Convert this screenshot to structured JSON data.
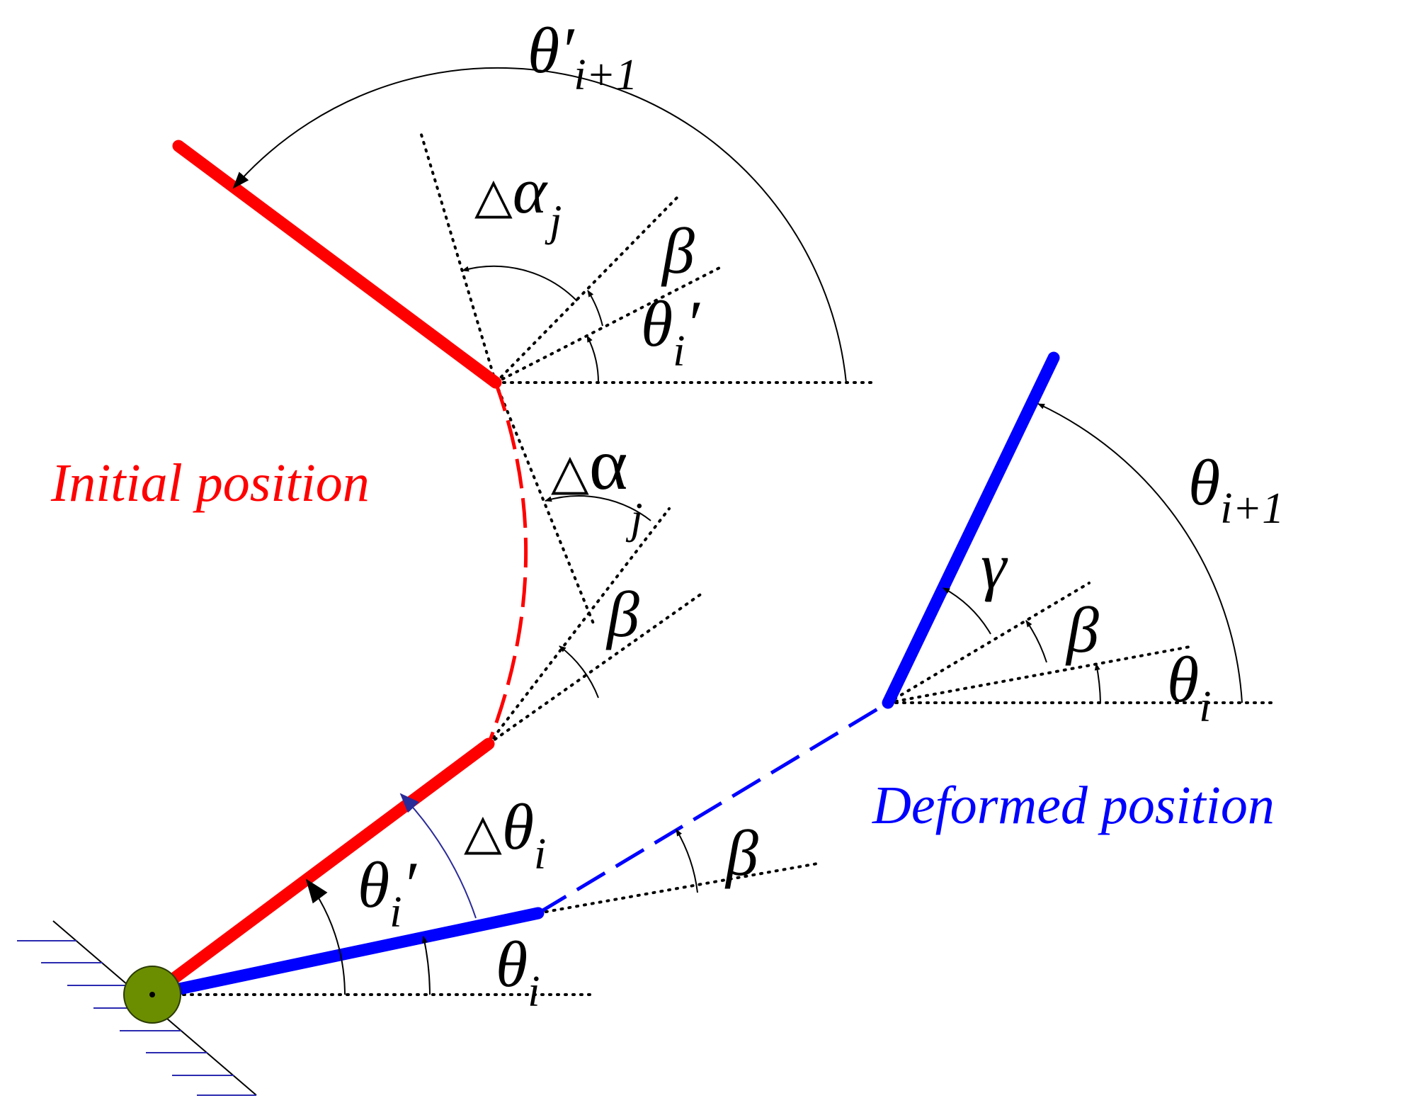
{
  "colors": {
    "initial": "#ff0000",
    "deformed": "#0000ff",
    "hinge": "#6b8e00",
    "ground_hatch": "#2a2ab0",
    "arc": "#000000",
    "blue_arc": "#2a2a99"
  },
  "labels": {
    "initial_position": "Initial position",
    "deformed_position": "Deformed position"
  },
  "symbols": {
    "theta": "θ",
    "beta": "β",
    "gamma": "γ",
    "delta": "△",
    "alpha": "α",
    "prime": "′",
    "sub_i": "i",
    "sub_j": "j",
    "sub_i_plus_1": "i+1"
  }
}
